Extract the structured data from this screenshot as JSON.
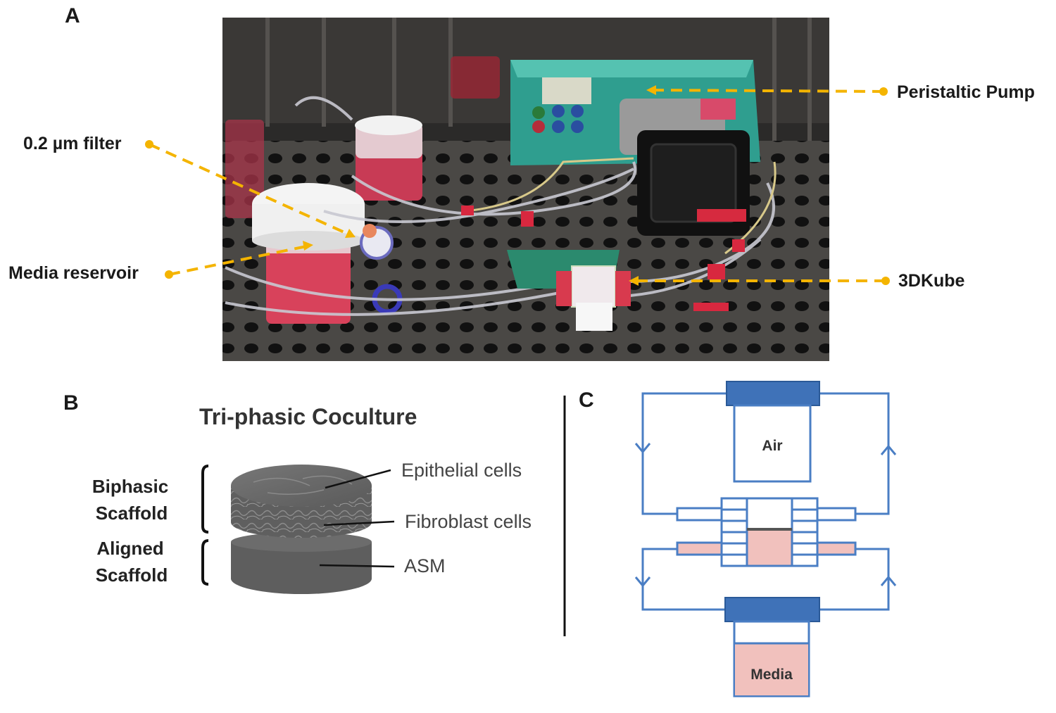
{
  "panels": {
    "a": {
      "letter": "A"
    },
    "b": {
      "letter": "B"
    },
    "c": {
      "letter": "C"
    }
  },
  "panel_a": {
    "callouts": {
      "pump": "Peristaltic Pump",
      "filter": "0.2 µm filter",
      "reservoir": "Media reservoir",
      "kube": "3DKube"
    }
  },
  "panel_b": {
    "title": "Tri-phasic Coculture",
    "side_labels": {
      "biphasic_1": "Biphasic",
      "biphasic_2": "Scaffold",
      "aligned_1": "Aligned",
      "aligned_2": "Scaffold"
    },
    "layers": {
      "epithelial": "Epithelial cells",
      "fibroblast": "Fibroblast cells",
      "asm": "ASM"
    }
  },
  "panel_c": {
    "top_chamber": "Air",
    "bottom_chamber": "Media"
  },
  "colors": {
    "callout_line": "#f4b400",
    "diagram_blue": "#4a7ec4",
    "cap_blue": "#3f72b8",
    "media_pink": "#f1c1bd",
    "photo_bg": "#2b2a29"
  }
}
